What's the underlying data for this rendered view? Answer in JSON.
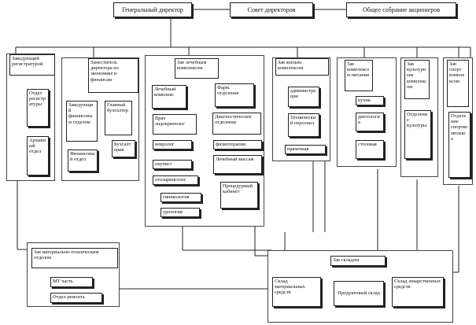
{
  "top": {
    "director": "Генеральный директор",
    "board": "Совет директоров",
    "shareholders": "Общее собрание акционеров"
  },
  "registry": {
    "head": "Заведующий регистратурой",
    "dept_registry": "Отдел регистратуры",
    "archive": "Архивный отдел"
  },
  "economics": {
    "head": "Заместитель директора по экономике и финансам",
    "fin_head": "Заведующий финансовым отделом",
    "chief_accountant": "Главный бухгалтер",
    "fin_dept": "Финансовый отдел",
    "accounting": "Бухгалтерия"
  },
  "medical": {
    "head": "Зав лечебным комплексом",
    "treatment": "Лечебный комплекс",
    "pharmacy": "Фарм. отделение",
    "endo": "Врач эндокринолог",
    "neuro": "невролог",
    "ophth": "окулист",
    "ent": "отоларинголог",
    "gyn": "гинекология",
    "uro": "урология",
    "diag": "Диагностическое отделение",
    "physio": "физиотерапия",
    "massage": "Лечебный массаж",
    "procedure": "Процедурный кабинет"
  },
  "housing": {
    "head": "Зав жилым комплексом",
    "admin": "администрация",
    "tech": "Технический персонал",
    "laundry": "прачечная"
  },
  "food": {
    "head": "Зав комплексом питания",
    "kitchen": "кухня",
    "diet": "диетология",
    "canteen": "столовая"
  },
  "culture": {
    "head": "Зав культурным комплексом",
    "dept": "Отделение культуры"
  },
  "sport": {
    "head": "Зав спорт комплексом",
    "dept": "Отделение спорткомплекса"
  },
  "supply": {
    "head": "Зав материально-техническим отделом",
    "mt": "МТ часть",
    "repair": "Отдел ремонта"
  },
  "warehouse": {
    "head": "Зав складом",
    "materials": "Склад материальных средств",
    "food": "Продуктовый склад",
    "drugs": "Склад лекарственных средств"
  }
}
